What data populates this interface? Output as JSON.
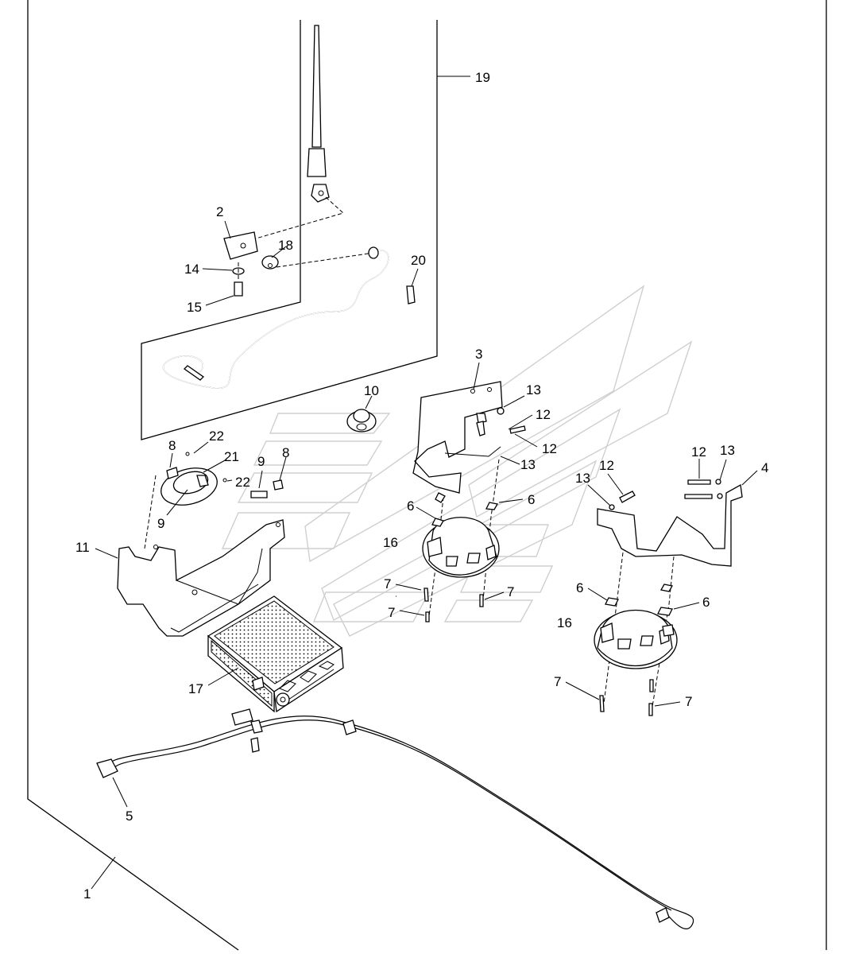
{
  "diagram": {
    "callouts": [
      {
        "id": "c1",
        "text": "1"
      },
      {
        "id": "c2",
        "text": "2"
      },
      {
        "id": "c3",
        "text": "3"
      },
      {
        "id": "c4",
        "text": "4"
      },
      {
        "id": "c5",
        "text": "5"
      },
      {
        "id": "c6a",
        "text": "6"
      },
      {
        "id": "c6b",
        "text": "6"
      },
      {
        "id": "c6c",
        "text": "6"
      },
      {
        "id": "c6d",
        "text": "6"
      },
      {
        "id": "c7a",
        "text": "7"
      },
      {
        "id": "c7b",
        "text": "7"
      },
      {
        "id": "c7c",
        "text": "7"
      },
      {
        "id": "c7d",
        "text": "7"
      },
      {
        "id": "c7e",
        "text": "7"
      },
      {
        "id": "c8a",
        "text": "8"
      },
      {
        "id": "c8b",
        "text": "8"
      },
      {
        "id": "c9a",
        "text": "9"
      },
      {
        "id": "c9b",
        "text": "9"
      },
      {
        "id": "c10",
        "text": "10"
      },
      {
        "id": "c11",
        "text": "11"
      },
      {
        "id": "c12a",
        "text": "12"
      },
      {
        "id": "c12b",
        "text": "12"
      },
      {
        "id": "c12c",
        "text": "12"
      },
      {
        "id": "c12d",
        "text": "12"
      },
      {
        "id": "c13a",
        "text": "13"
      },
      {
        "id": "c13b",
        "text": "13"
      },
      {
        "id": "c13c",
        "text": "13"
      },
      {
        "id": "c13d",
        "text": "13"
      },
      {
        "id": "c14",
        "text": "14"
      },
      {
        "id": "c15",
        "text": "15"
      },
      {
        "id": "c16a",
        "text": "16"
      },
      {
        "id": "c16b",
        "text": "16"
      },
      {
        "id": "c17",
        "text": "17"
      },
      {
        "id": "c18",
        "text": "18"
      },
      {
        "id": "c19",
        "text": "19"
      },
      {
        "id": "c20",
        "text": "20"
      },
      {
        "id": "c21",
        "text": "21"
      },
      {
        "id": "c22a",
        "text": "22"
      },
      {
        "id": "c22b",
        "text": "22"
      }
    ]
  }
}
